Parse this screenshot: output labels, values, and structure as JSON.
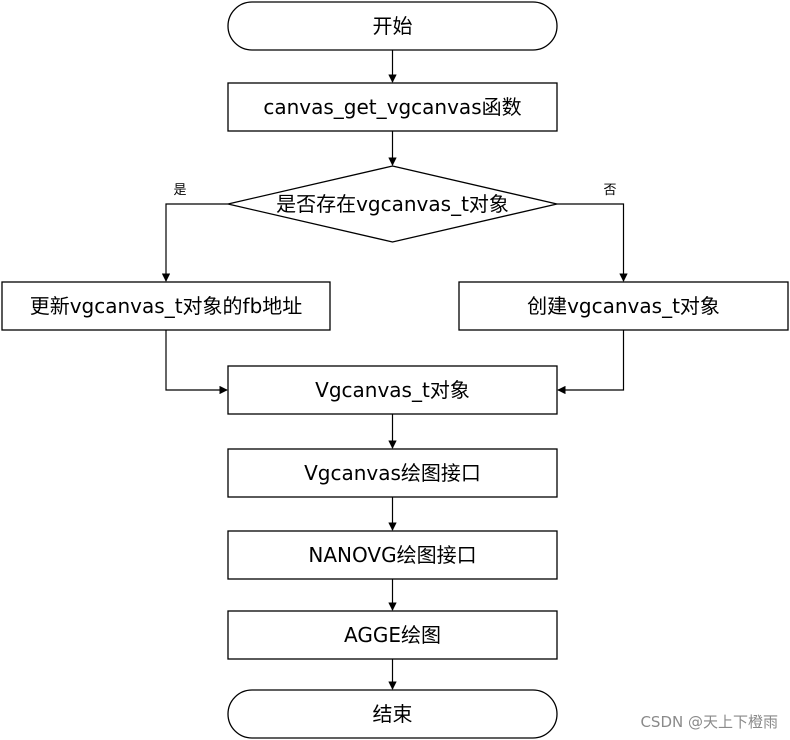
{
  "diagram": {
    "nodes": {
      "start": "开始",
      "get_fn": "canvas_get_vgcanvas函数",
      "decision": "是否存在vgcanvas_t对象",
      "update": "更新vgcanvas_t对象的fb地址",
      "create": "创建vgcanvas_t对象",
      "vg_obj": "Vgcanvas_t对象",
      "vg_api": "Vgcanvas绘图接口",
      "nanovg_api": "NANOVG绘图接口",
      "agge": "AGGE绘图",
      "end": "结束"
    },
    "edges": {
      "yes": "是",
      "no": "否"
    }
  },
  "watermark": "CSDN @天上下橙雨"
}
